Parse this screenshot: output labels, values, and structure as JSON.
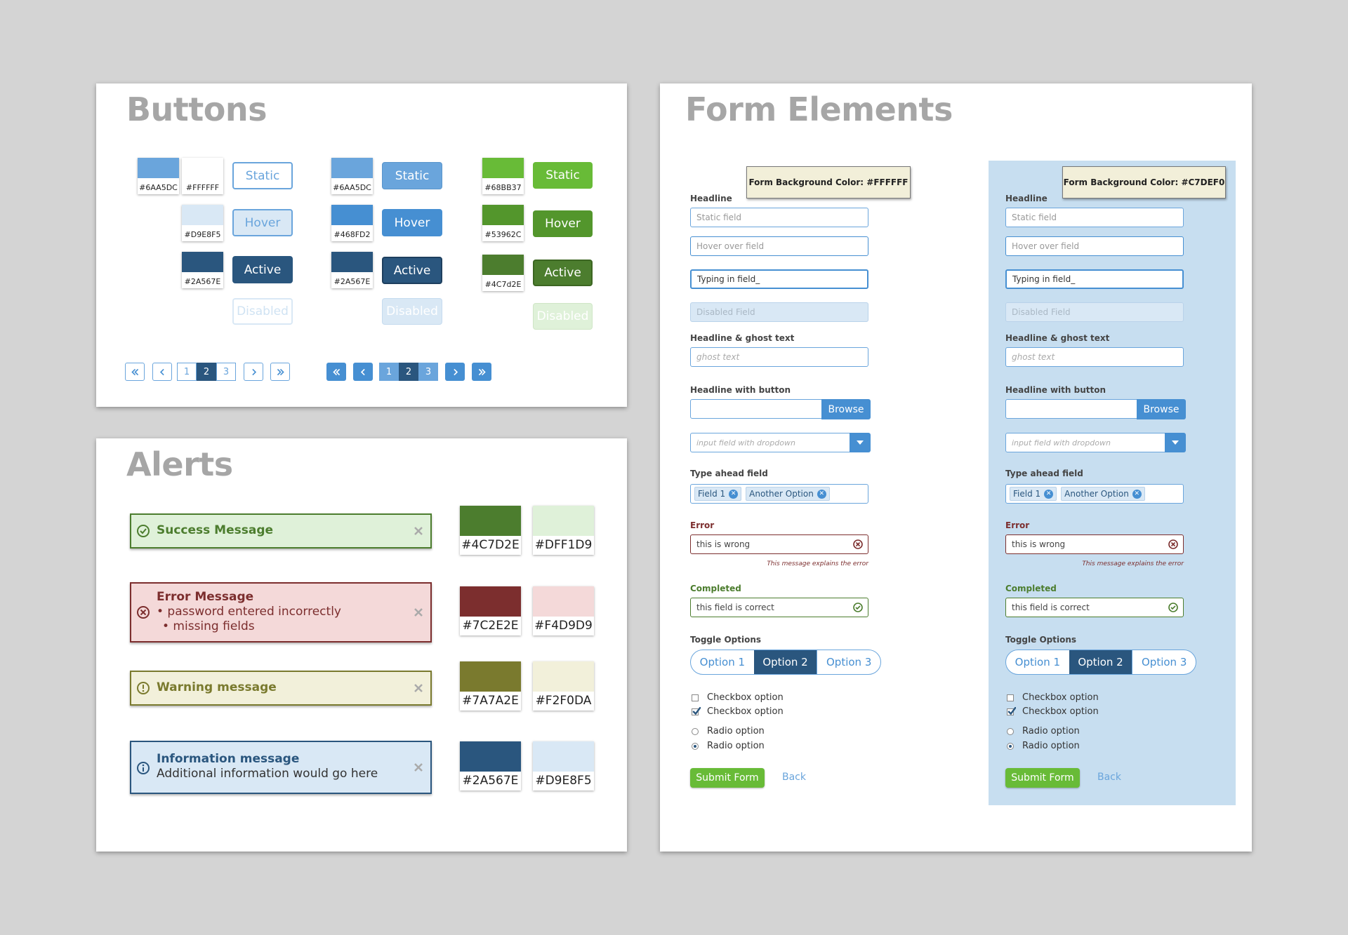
{
  "buttons_panel": {
    "title": "Buttons",
    "columns": [
      {
        "swatches": [
          "#6AA5DC",
          "#FFFFFF",
          "#D9E8F5",
          "#2A567E"
        ],
        "states": [
          "Static",
          "Hover",
          "Active",
          "Disabled"
        ]
      },
      {
        "swatches": [
          "#6AA5DC",
          "#468FD2",
          "#2A567E"
        ],
        "states": [
          "Static",
          "Hover",
          "Active",
          "Disabled"
        ]
      },
      {
        "swatches": [
          "#68BB37",
          "#53962C",
          "#4C7d2E"
        ],
        "states": [
          "Static",
          "Hover",
          "Active",
          "Disabled"
        ]
      }
    ],
    "pagination": {
      "pages": [
        "1",
        "2",
        "3"
      ],
      "current": "2"
    }
  },
  "alerts_panel": {
    "title": "Alerts",
    "alerts": [
      {
        "type": "success",
        "title": "Success Message",
        "lines": [],
        "swatches": [
          "#4C7D2E",
          "#DFF1D9"
        ]
      },
      {
        "type": "error",
        "title": "Error Message",
        "lines": [
          "• password entered incorrectly",
          "• missing fields"
        ],
        "swatches": [
          "#7C2E2E",
          "#F4D9D9"
        ]
      },
      {
        "type": "warning",
        "title": "Warning message",
        "lines": [],
        "swatches": [
          "#7A7A2E",
          "#F2F0DA"
        ]
      },
      {
        "type": "info",
        "title": "Information message",
        "lines": [
          "Additional information would go here"
        ],
        "swatches": [
          "#2A567E",
          "#D9E8F5"
        ]
      }
    ]
  },
  "form_panel": {
    "title": "Form Elements",
    "forms": [
      {
        "note": "Form Background Color: #FFFFFF",
        "headline": "Headline",
        "static_field": "Static field",
        "hover_field": "Hover over field",
        "typing_field": "Typing in field_",
        "disabled_field": "Disabled Field",
        "ghost_label": "Headline & ghost text",
        "ghost_field": "ghost text",
        "button_label": "Headline with button",
        "browse": "Browse",
        "dropdown_placeholder": "input field with dropdown",
        "typeahead_label": "Type ahead field",
        "chips": [
          "Field 1",
          "Another Option"
        ],
        "error_label": "Error",
        "error_value": "this is wrong",
        "error_message": "This message explains the error",
        "completed_label": "Completed",
        "completed_value": "this field is correct",
        "toggle_label": "Toggle Options",
        "toggle_options": [
          "Option 1",
          "Option 2",
          "Option 3"
        ],
        "checkboxes": [
          "Checkbox option",
          "Checkbox option"
        ],
        "radios": [
          "Radio option",
          "Radio option"
        ],
        "submit": "Submit Form",
        "back": "Back"
      },
      {
        "note": "Form Background Color: #C7DEF0",
        "headline": "Headline",
        "static_field": "Static field",
        "hover_field": "Hover over field",
        "typing_field": "Typing in field_",
        "disabled_field": "Disabled Field",
        "ghost_label": "Headline & ghost text",
        "ghost_field": "ghost text",
        "button_label": "Headline with button",
        "browse": "Browse",
        "dropdown_placeholder": "input field with dropdown",
        "typeahead_label": "Type ahead field",
        "chips": [
          "Field 1",
          "Another Option"
        ],
        "error_label": "Error",
        "error_value": "this is wrong",
        "error_message": "This message explains the error",
        "completed_label": "Completed",
        "completed_value": "this field is correct",
        "toggle_label": "Toggle Options",
        "toggle_options": [
          "Option 1",
          "Option 2",
          "Option 3"
        ],
        "checkboxes": [
          "Checkbox option",
          "Checkbox option"
        ],
        "radios": [
          "Radio option",
          "Radio option"
        ],
        "submit": "Submit Form",
        "back": "Back"
      }
    ]
  },
  "colors": {
    "blue": "#6AA5DC",
    "blue_hover": "#468FD2",
    "navy": "#2A567E",
    "light_blue": "#D9E8F5",
    "green": "#68BB37",
    "green_hover": "#53962C",
    "green_active": "#4C7D2E",
    "form_blue_bg": "#C7DEF0"
  }
}
